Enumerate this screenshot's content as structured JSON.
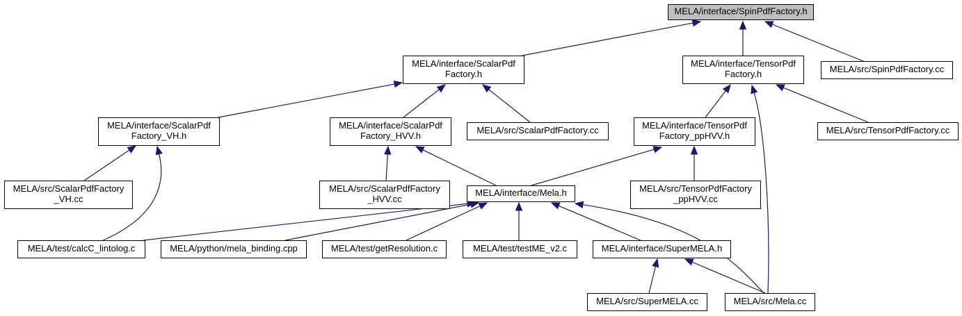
{
  "colors": {
    "edge": "#191970",
    "root_fill": "#bfbfbf",
    "node_fill": "#ffffff",
    "node_border": "#000000"
  },
  "nodes": [
    {
      "id": "spin_h",
      "lines": [
        "MELA/interface/SpinPdfFactory.h"
      ],
      "root": true
    },
    {
      "id": "scalar_h",
      "lines": [
        "MELA/interface/ScalarPdf",
        "Factory.h"
      ]
    },
    {
      "id": "tensor_h",
      "lines": [
        "MELA/interface/TensorPdf",
        "Factory.h"
      ]
    },
    {
      "id": "spin_cc",
      "lines": [
        "MELA/src/SpinPdfFactory.cc"
      ]
    },
    {
      "id": "scalar_vh_h",
      "lines": [
        "MELA/interface/ScalarPdf",
        "Factory_VH.h"
      ]
    },
    {
      "id": "scalar_hvv_h",
      "lines": [
        "MELA/interface/ScalarPdf",
        "Factory_HVV.h"
      ]
    },
    {
      "id": "scalar_cc",
      "lines": [
        "MELA/src/ScalarPdfFactory.cc"
      ]
    },
    {
      "id": "tensor_pphvv_h",
      "lines": [
        "MELA/interface/TensorPdf",
        "Factory_ppHVV.h"
      ]
    },
    {
      "id": "tensor_cc",
      "lines": [
        "MELA/src/TensorPdfFactory.cc"
      ]
    },
    {
      "id": "scalar_vh_cc",
      "lines": [
        "MELA/src/ScalarPdfFactory",
        "_VH.cc"
      ]
    },
    {
      "id": "scalar_hvv_cc",
      "lines": [
        "MELA/src/ScalarPdfFactory",
        "_HVV.cc"
      ]
    },
    {
      "id": "mela_h",
      "lines": [
        "MELA/interface/Mela.h"
      ]
    },
    {
      "id": "tensor_pphvv_cc",
      "lines": [
        "MELA/src/TensorPdfFactory",
        "_ppHVV.cc"
      ]
    },
    {
      "id": "calcc",
      "lines": [
        "MELA/test/calcC_lintolog.c"
      ]
    },
    {
      "id": "binding",
      "lines": [
        "MELA/python/mela_binding.cpp"
      ]
    },
    {
      "id": "getres",
      "lines": [
        "MELA/test/getResolution.c"
      ]
    },
    {
      "id": "testme",
      "lines": [
        "MELA/test/testME_v2.c"
      ]
    },
    {
      "id": "supermela_h",
      "lines": [
        "MELA/interface/SuperMELA.h"
      ]
    },
    {
      "id": "supermela_cc",
      "lines": [
        "MELA/src/SuperMELA.cc"
      ]
    },
    {
      "id": "mela_cc",
      "lines": [
        "MELA/src/Mela.cc"
      ]
    }
  ],
  "edges": [
    {
      "from": "scalar_h",
      "to": "spin_h"
    },
    {
      "from": "tensor_h",
      "to": "spin_h"
    },
    {
      "from": "spin_cc",
      "to": "spin_h"
    },
    {
      "from": "scalar_vh_h",
      "to": "scalar_h"
    },
    {
      "from": "scalar_hvv_h",
      "to": "scalar_h"
    },
    {
      "from": "scalar_cc",
      "to": "scalar_h"
    },
    {
      "from": "tensor_pphvv_h",
      "to": "tensor_h"
    },
    {
      "from": "tensor_cc",
      "to": "tensor_h"
    },
    {
      "from": "mela_cc",
      "to": "tensor_h"
    },
    {
      "from": "scalar_vh_cc",
      "to": "scalar_vh_h"
    },
    {
      "from": "calcc",
      "to": "scalar_vh_h"
    },
    {
      "from": "scalar_hvv_cc",
      "to": "scalar_hvv_h"
    },
    {
      "from": "mela_h",
      "to": "scalar_hvv_h"
    },
    {
      "from": "mela_h",
      "to": "tensor_pphvv_h"
    },
    {
      "from": "tensor_pphvv_cc",
      "to": "tensor_pphvv_h"
    },
    {
      "from": "calcc",
      "to": "mela_h"
    },
    {
      "from": "binding",
      "to": "mela_h"
    },
    {
      "from": "getres",
      "to": "mela_h"
    },
    {
      "from": "testme",
      "to": "mela_h"
    },
    {
      "from": "supermela_h",
      "to": "mela_h"
    },
    {
      "from": "mela_cc",
      "to": "mela_h"
    },
    {
      "from": "supermela_cc",
      "to": "supermela_h"
    },
    {
      "from": "mela_cc",
      "to": "supermela_h"
    }
  ]
}
